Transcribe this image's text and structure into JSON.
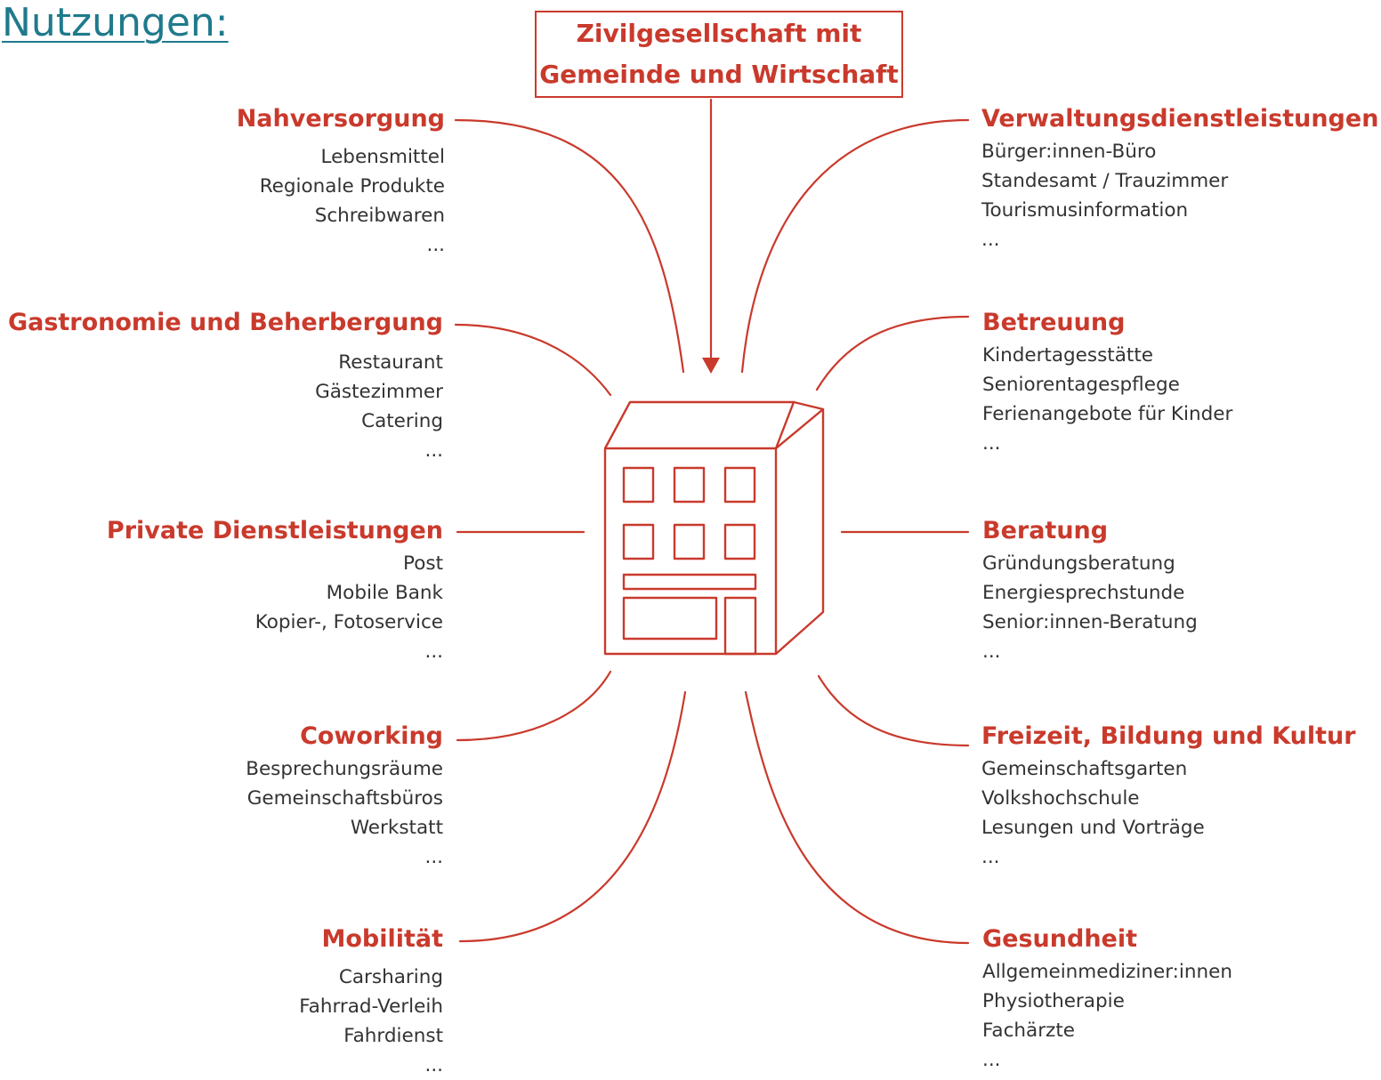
{
  "page_title": "Nutzungen:",
  "source": {
    "line1": "Zivilgesellschaft mit",
    "line2": "Gemeinde und Wirtschaft"
  },
  "accent_color": "#c93a2c",
  "title_color": "#1f7a8c",
  "center_icon": "building-icon",
  "left_groups": [
    {
      "title": "Nahversorgung",
      "items": [
        "Lebensmittel",
        "Regionale Produkte",
        "Schreibwaren",
        "..."
      ]
    },
    {
      "title": "Gastronomie und Beherbergung",
      "items": [
        "Restaurant",
        "Gästezimmer",
        "Catering",
        "..."
      ]
    },
    {
      "title": "Private Dienstleistungen",
      "items": [
        "Post",
        "Mobile Bank",
        "Kopier-, Fotoservice",
        "..."
      ]
    },
    {
      "title": "Coworking",
      "items": [
        "Besprechungsräume",
        "Gemeinschaftsbüros",
        "Werkstatt",
        "..."
      ]
    },
    {
      "title": "Mobilität",
      "items": [
        "Carsharing",
        "Fahrrad-Verleih",
        "Fahrdienst",
        "..."
      ]
    }
  ],
  "right_groups": [
    {
      "title": "Verwaltungsdienstleistungen",
      "items": [
        "Bürger:innen-Büro",
        "Standesamt / Trauzimmer",
        "Tourismusinformation",
        "..."
      ]
    },
    {
      "title": "Betreuung",
      "items": [
        "Kindertagesstätte",
        "Seniorentagespflege",
        "Ferienangebote für Kinder",
        "..."
      ]
    },
    {
      "title": "Beratung",
      "items": [
        "Gründungsberatung",
        "Energiesprechstunde",
        "Senior:innen-Beratung",
        "..."
      ]
    },
    {
      "title": "Freizeit, Bildung und Kultur",
      "items": [
        "Gemeinschaftsgarten",
        "Volkshochschule",
        "Lesungen und Vorträge",
        "..."
      ]
    },
    {
      "title": "Gesundheit",
      "items": [
        "Allgemeinmediziner:innen",
        "Physiotherapie",
        "Fachärzte",
        "..."
      ]
    }
  ]
}
